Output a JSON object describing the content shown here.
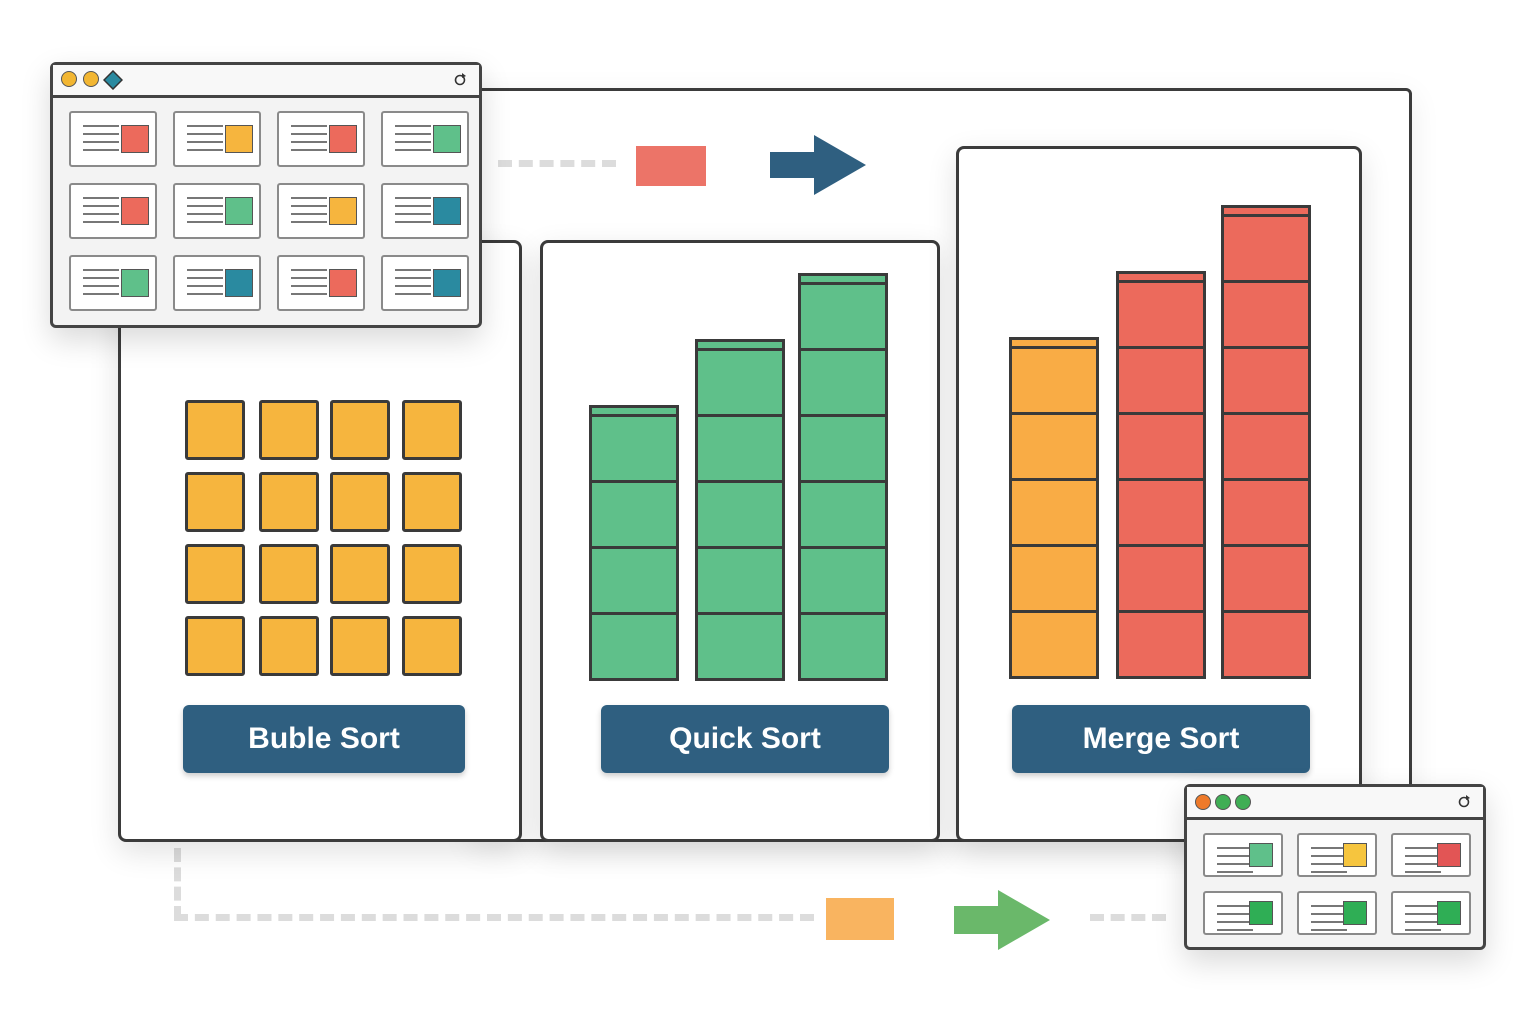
{
  "panels": [
    {
      "label": "Buble Sort",
      "color": "#f6b53e"
    },
    {
      "label": "Quick Sort",
      "color": "#5fc08a"
    },
    {
      "label": "Merge Sort",
      "color": "#ec6a5c"
    }
  ],
  "bubble_grid": {
    "rows": 4,
    "cols": 4
  },
  "quick_bars": [
    4,
    5,
    6
  ],
  "merge_bars": [
    {
      "segments": 5,
      "color": "#f9ac45"
    },
    {
      "segments": 6,
      "color": "#ec6a5c"
    },
    {
      "segments": 7,
      "color": "#ec6a5c"
    }
  ],
  "top_window": {
    "chips": [
      "#ec6a5c",
      "#f6b53e",
      "#ec6a5c",
      "#5fc08a",
      "#ec6a5c",
      "#5fc08a",
      "#f6b53e",
      "#2a8aa0",
      "#5fc08a",
      "#2a8aa0",
      "#ec6a5c",
      "#2a8aa0"
    ]
  },
  "bottom_window": {
    "chips": [
      "#5fc08a",
      "#f6c53e",
      "#e25555",
      "#2fae55",
      "#2fae55",
      "#2fae55"
    ]
  },
  "flow": {
    "top_token_color": "#ec7468",
    "top_arrow_color": "#2f5f80",
    "bottom_token_color": "#f9b460",
    "bottom_arrow_color": "#6ab86a"
  }
}
